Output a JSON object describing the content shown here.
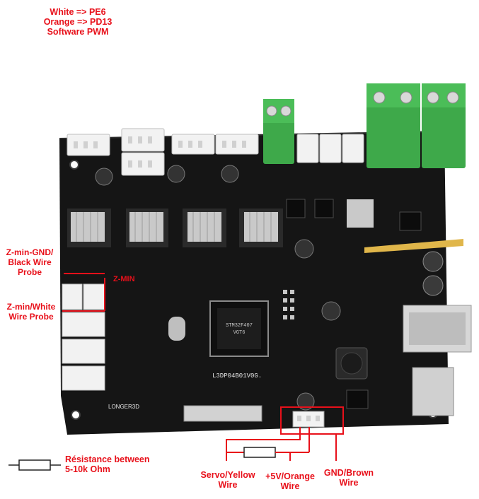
{
  "annotations": {
    "pin_map_line1": "White => PE6",
    "pin_map_line2": "Orange => PD13",
    "pin_map_line3": "Software PWM",
    "zmin_gnd_label": "Z-min-GND/ Black Wire Probe",
    "zmin_white_label": "Z-min/White Wire Probe",
    "zmin_port_label": "Z-MIN",
    "resistor_note": "Résistance between 5-10k Ohm",
    "servo_wire": "Servo/Yellow Wire",
    "v5_wire": "+5V/Orange Wire",
    "gnd_wire": "GND/Brown Wire"
  },
  "board": {
    "silkscreen_model": "L3DP04B01V0G.",
    "brand": "LONGER3D",
    "mcu_marking": "STM32F407\nVGT6",
    "colors": {
      "pcb": "#141414",
      "annotation": "#e8101a",
      "terminal": "#3ea94a",
      "heatsink": "#c9c9c9",
      "connector": "#f2f2f2"
    }
  }
}
